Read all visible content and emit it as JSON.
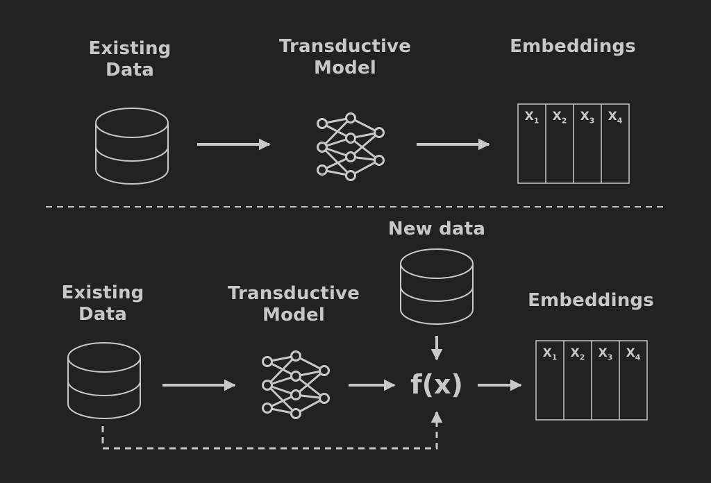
{
  "top": {
    "existing_label_line1": "Existing",
    "existing_label_line2": "Data",
    "model_label_line1": "Transductive",
    "model_label_line2": "Model",
    "embeddings_label": "Embeddings",
    "cells": [
      {
        "base": "X",
        "sub": "1"
      },
      {
        "base": "X",
        "sub": "2"
      },
      {
        "base": "X",
        "sub": "3"
      },
      {
        "base": "X",
        "sub": "4"
      }
    ]
  },
  "bottom": {
    "new_data_label": "New data",
    "existing_label_line1": "Existing",
    "existing_label_line2": "Data",
    "model_label_line1": "Transductive",
    "model_label_line2": "Model",
    "function_label": "f(x)",
    "embeddings_label": "Embeddings",
    "cells": [
      {
        "base": "X",
        "sub": "1"
      },
      {
        "base": "X",
        "sub": "2"
      },
      {
        "base": "X",
        "sub": "3"
      },
      {
        "base": "X",
        "sub": "4"
      }
    ]
  },
  "colors": {
    "background": "#222222",
    "stroke": "#c8c8c8"
  }
}
